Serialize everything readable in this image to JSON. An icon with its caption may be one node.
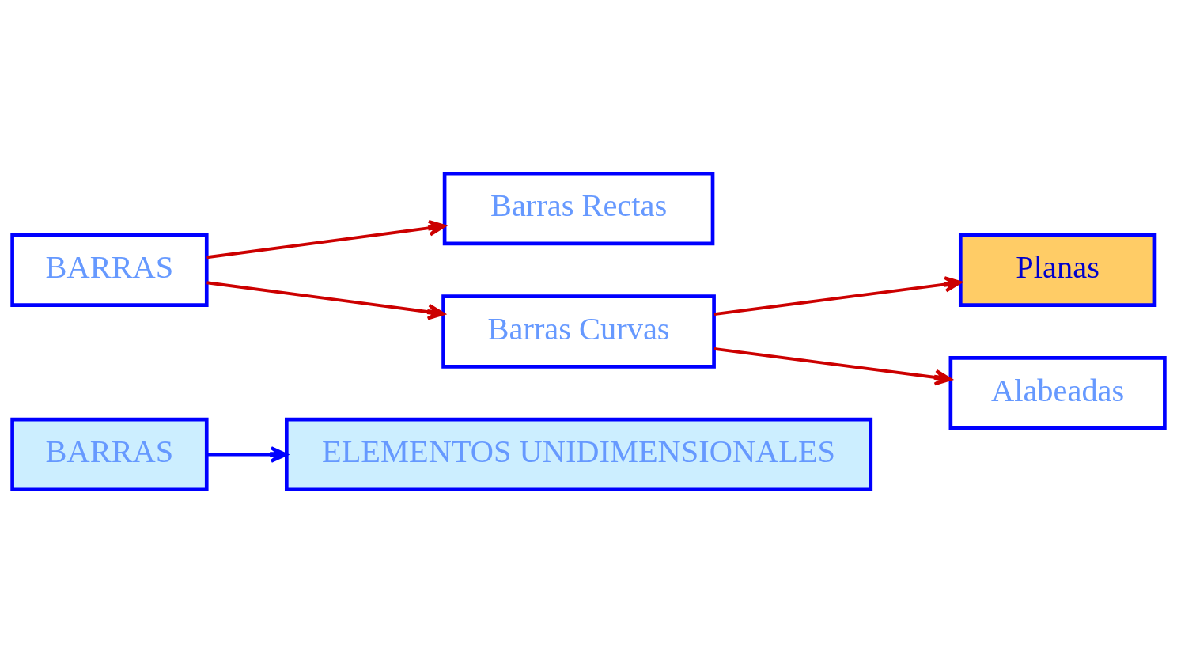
{
  "diagram": {
    "nodes": [
      {
        "text": [
          "BARRAS"
        ]
      },
      {
        "text": [
          "ELEMENTOS UNIDIMENSIONALES"
        ]
      },
      {
        "text": [
          "BARRAS"
        ]
      },
      {
        "text": [
          "Barras Rectas"
        ]
      },
      {
        "text": [
          "Barras Curvas"
        ]
      },
      {
        "text": [
          "Planas"
        ]
      },
      {
        "text": [
          "Alabeadas"
        ]
      }
    ],
    "edges": [
      {
        "from": 0,
        "to": 1,
        "arrow": "to",
        "color": "#0000ff"
      },
      {
        "from": 2,
        "to": 3,
        "arrow": "to"
      },
      {
        "from": 2,
        "to": 4,
        "arrow": "to"
      },
      {
        "from": 4,
        "to": 5,
        "arrow": "to"
      },
      {
        "from": 4,
        "to": 6,
        "arrow": "to"
      }
    ]
  }
}
